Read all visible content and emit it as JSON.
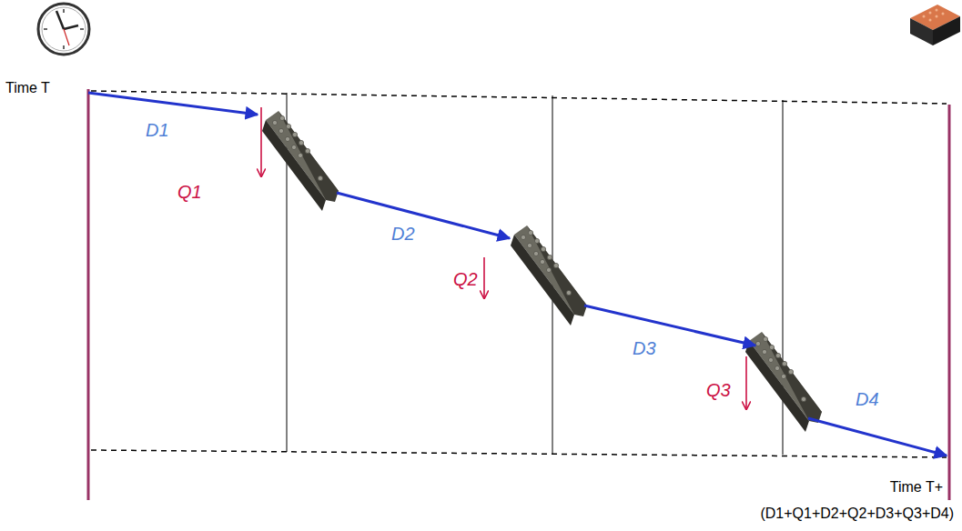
{
  "diagram": {
    "labels": [
      "Time T",
      "D1",
      "Q1",
      "D2",
      "Q2",
      "D3",
      "Q3",
      "D4",
      "Time T+",
      "(D1+Q1+D2+Q2+D3+Q3+D4)"
    ]
  }
}
